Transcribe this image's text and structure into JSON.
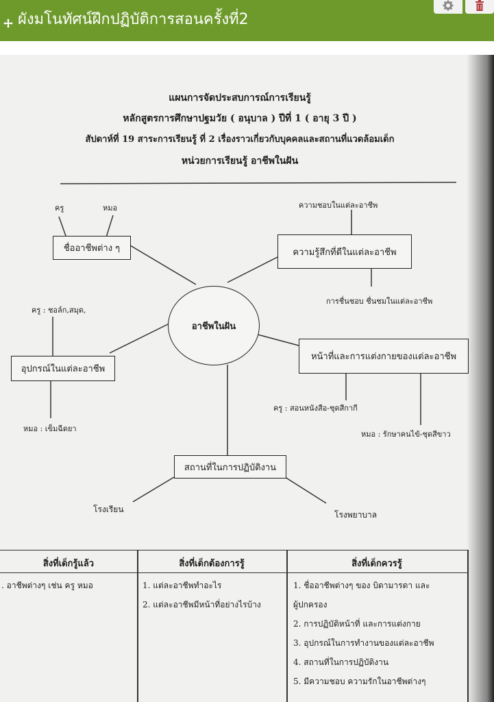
{
  "header": {
    "title": "ผังมโนทัศน์ฝึกปฏิบัติการสอนครั้งที่2",
    "move_icon": "move-icon",
    "settings_icon": "gear-icon",
    "delete_icon": "trash-icon",
    "color": "#6e9a2c"
  },
  "sheet": {
    "title_lines": [
      "แผนการจัดประสบการณ์การเรียนรู้",
      "หลักสูตรการศึกษาปฐมวัย ( อนุบาล )  ปีที่  1   ( อายุ 3 ปี )",
      "สัปดาห์ที่   19   สาระการเรียนรู้ ที่ 2 เรื่องราวเกี่ยวกับบุคคลและสถานที่แวดล้อมเด็ก",
      "หน่วยการเรียนรู้  อาชีพในฝัน"
    ]
  },
  "mindmap": {
    "center": "อาชีพในฝัน",
    "nodes": {
      "names": "ชื่ออาชีพต่าง ๆ",
      "feelings": "ความรู้สึกที่ดีในแต่ละอาชีพ",
      "tools": "อุปกรณ์ในแต่ละอาชีพ",
      "duties": "หน้าที่และการแต่งกายของแต่ละอาชีพ",
      "places": "สถานที่ในการปฏิบัติงาน"
    },
    "leaves": {
      "teacher": "ครู",
      "doctor": "หมอ",
      "like_each": "ความชอบในแต่ละอาชีพ",
      "admire_each": "การชื่นชอบ ชื่นชมในแต่ละอาชีพ",
      "teacher_tools": "ครู : ชอล์ก,สมุด,",
      "doctor_tools": "หมอ : เข็มฉีดยา",
      "teacher_duty": "ครู : สอนหนังสือ-ชุดสีกากี",
      "doctor_duty": "หมอ : รักษาคนไข้-ชุดสีขาว",
      "school": "โรงเรียน",
      "hospital": "โรงพยาบาล"
    }
  },
  "table": {
    "headers": [
      "สิ่งที่เด็กรู้แล้ว",
      "สิ่งที่เด็กต้องการรู้",
      "สิ่งที่เด็กควรรู้"
    ],
    "col1": [
      ". อาชีพต่างๆ เช่น ครู หมอ"
    ],
    "col2": [
      "1. แต่ละอาชีพทำอะไร",
      "2. แต่ละอาชีพมีหน้าที่อย่างไรบ้าง"
    ],
    "col3": [
      "1. ชื่ออาชีพต่างๆ ของ บิดามารดา และ",
      "ผู้ปกครอง",
      "2. การปฏิบัติหน้าที่ และการแต่งกาย",
      "3. อุปกรณ์ในการทำงานของแต่ละอาชีพ",
      "4. สถานที่ในการปฏิบัติงาน",
      "5. มีความชอบ ความรักในอาชีพต่างๆ"
    ]
  }
}
